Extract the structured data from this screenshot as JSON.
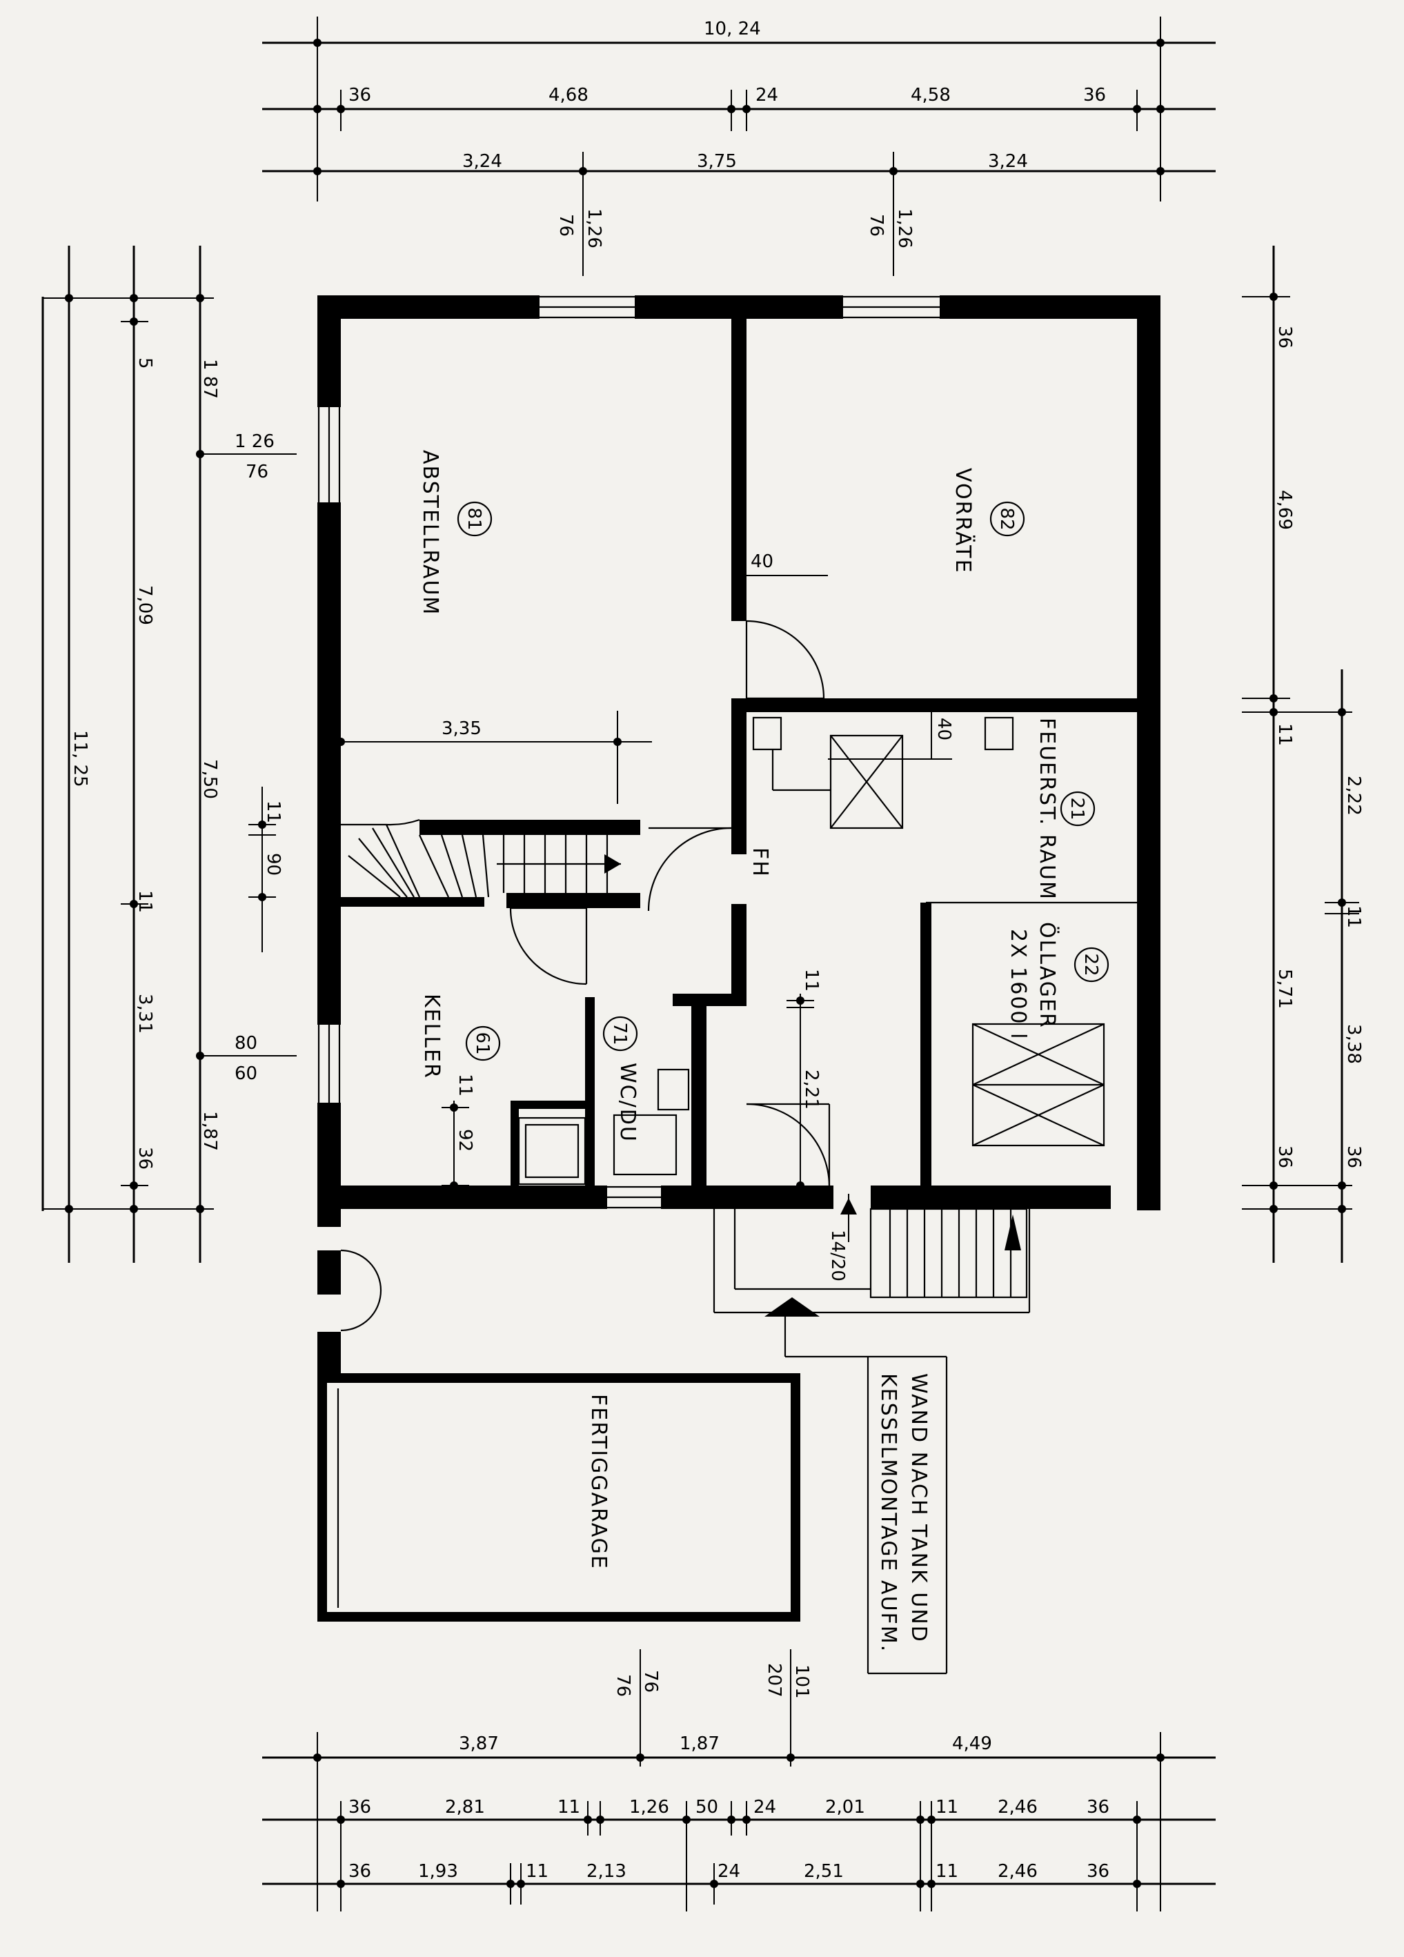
{
  "rooms": {
    "r81": {
      "number": "81",
      "name": "ABSTELLRAUM"
    },
    "r82": {
      "number": "82",
      "name": "VORRÄTE"
    },
    "r21": {
      "number": "21",
      "name": "FEUERST. RAUM"
    },
    "r22": {
      "number": "22",
      "name": "ÖLLAGER",
      "note": "2X 1600 l"
    },
    "r61": {
      "number": "61",
      "name": "KELLER"
    },
    "r71": {
      "number": "71",
      "name": "WC/DU"
    },
    "garage": {
      "name": "FERTIGGARAGE"
    },
    "fh": "FH"
  },
  "note": {
    "line1": "WAND NACH TANK UND",
    "line2": "KESSELMONTAGE AUFM."
  },
  "stair_label": "14/20",
  "dims_top": {
    "total": "10, 24",
    "r2": [
      "36",
      "4,68",
      "24",
      "4,58",
      "36"
    ],
    "r3": [
      "3,24",
      "3,75",
      "3,24"
    ],
    "win1": [
      "1,26",
      "76"
    ],
    "win2": [
      "1,26",
      "76"
    ]
  },
  "dims_bottom": {
    "r1": [
      "3,87",
      "1,87",
      "4,49"
    ],
    "r2": [
      "36",
      "2,81",
      "11",
      "1,26",
      "50",
      "24",
      "2,01",
      "11",
      "2,46",
      "36"
    ],
    "r3": [
      "36",
      "1,93",
      "11",
      "2,13",
      "24",
      "2,51",
      "11",
      "2,46",
      "36"
    ],
    "v1": [
      "76",
      "76"
    ],
    "v2": [
      "101",
      "207"
    ]
  },
  "dims_left": {
    "outer": "11, 25",
    "mid": [
      "7,09",
      "11",
      "3,31",
      "36"
    ],
    "inner": [
      "1 87",
      "7,50",
      "1,87"
    ],
    "win_a": [
      "1 26",
      "76"
    ],
    "win_b": [
      "80",
      "60"
    ],
    "stair": [
      "11",
      "90"
    ],
    "sup": "5"
  },
  "dims_right": {
    "a": [
      "36",
      "4,69",
      "11",
      "5,71",
      "36"
    ],
    "b": [
      "2,22",
      "11",
      "3,38",
      "36"
    ]
  },
  "dims_interior": {
    "w335": "3,35",
    "d405a": "40",
    "d405b": "40",
    "d115a": "11",
    "d221": "2,21",
    "d115b": "11",
    "d92": "92"
  }
}
